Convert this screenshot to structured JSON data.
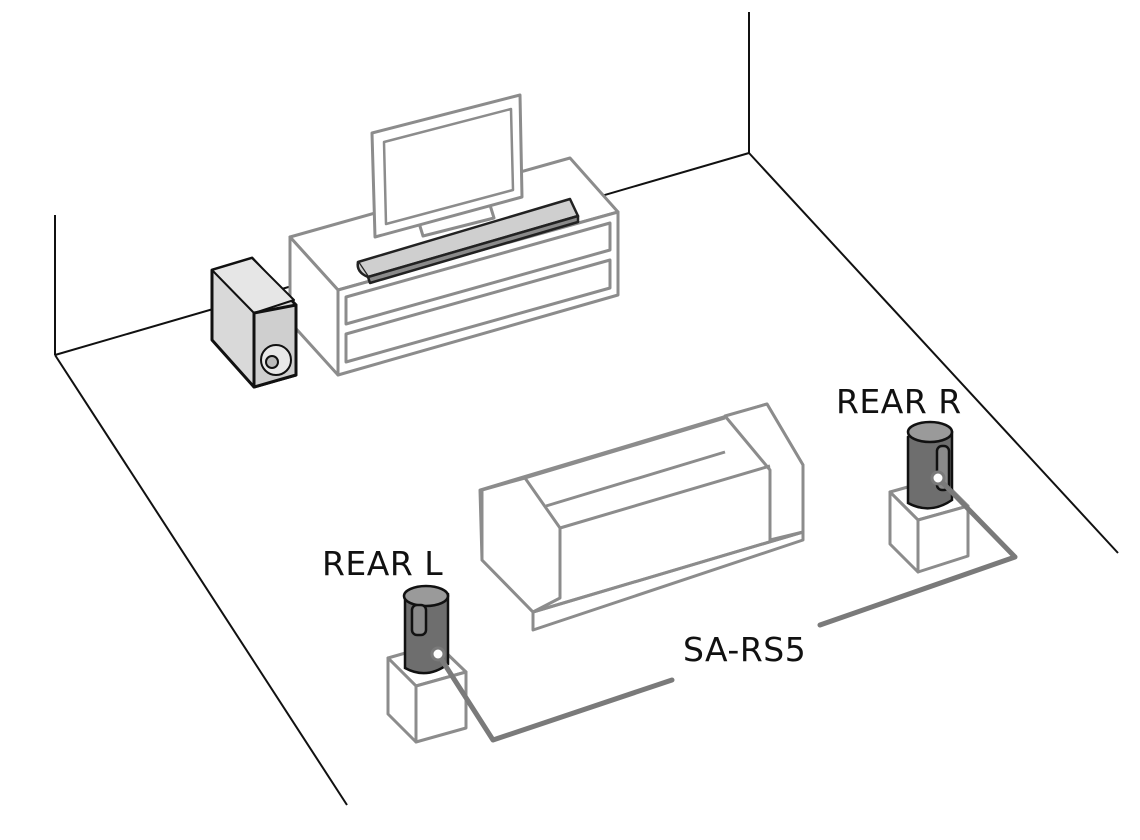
{
  "labels": {
    "rear_right": "REAR R",
    "rear_left": "REAR L",
    "model": "SA-RS5"
  },
  "colors": {
    "line": "#111111",
    "furniture": "#8c8c8c",
    "device_light": "#d6d6d6",
    "device_dark": "#6e6e6e",
    "cable": "#7a7a7a"
  }
}
